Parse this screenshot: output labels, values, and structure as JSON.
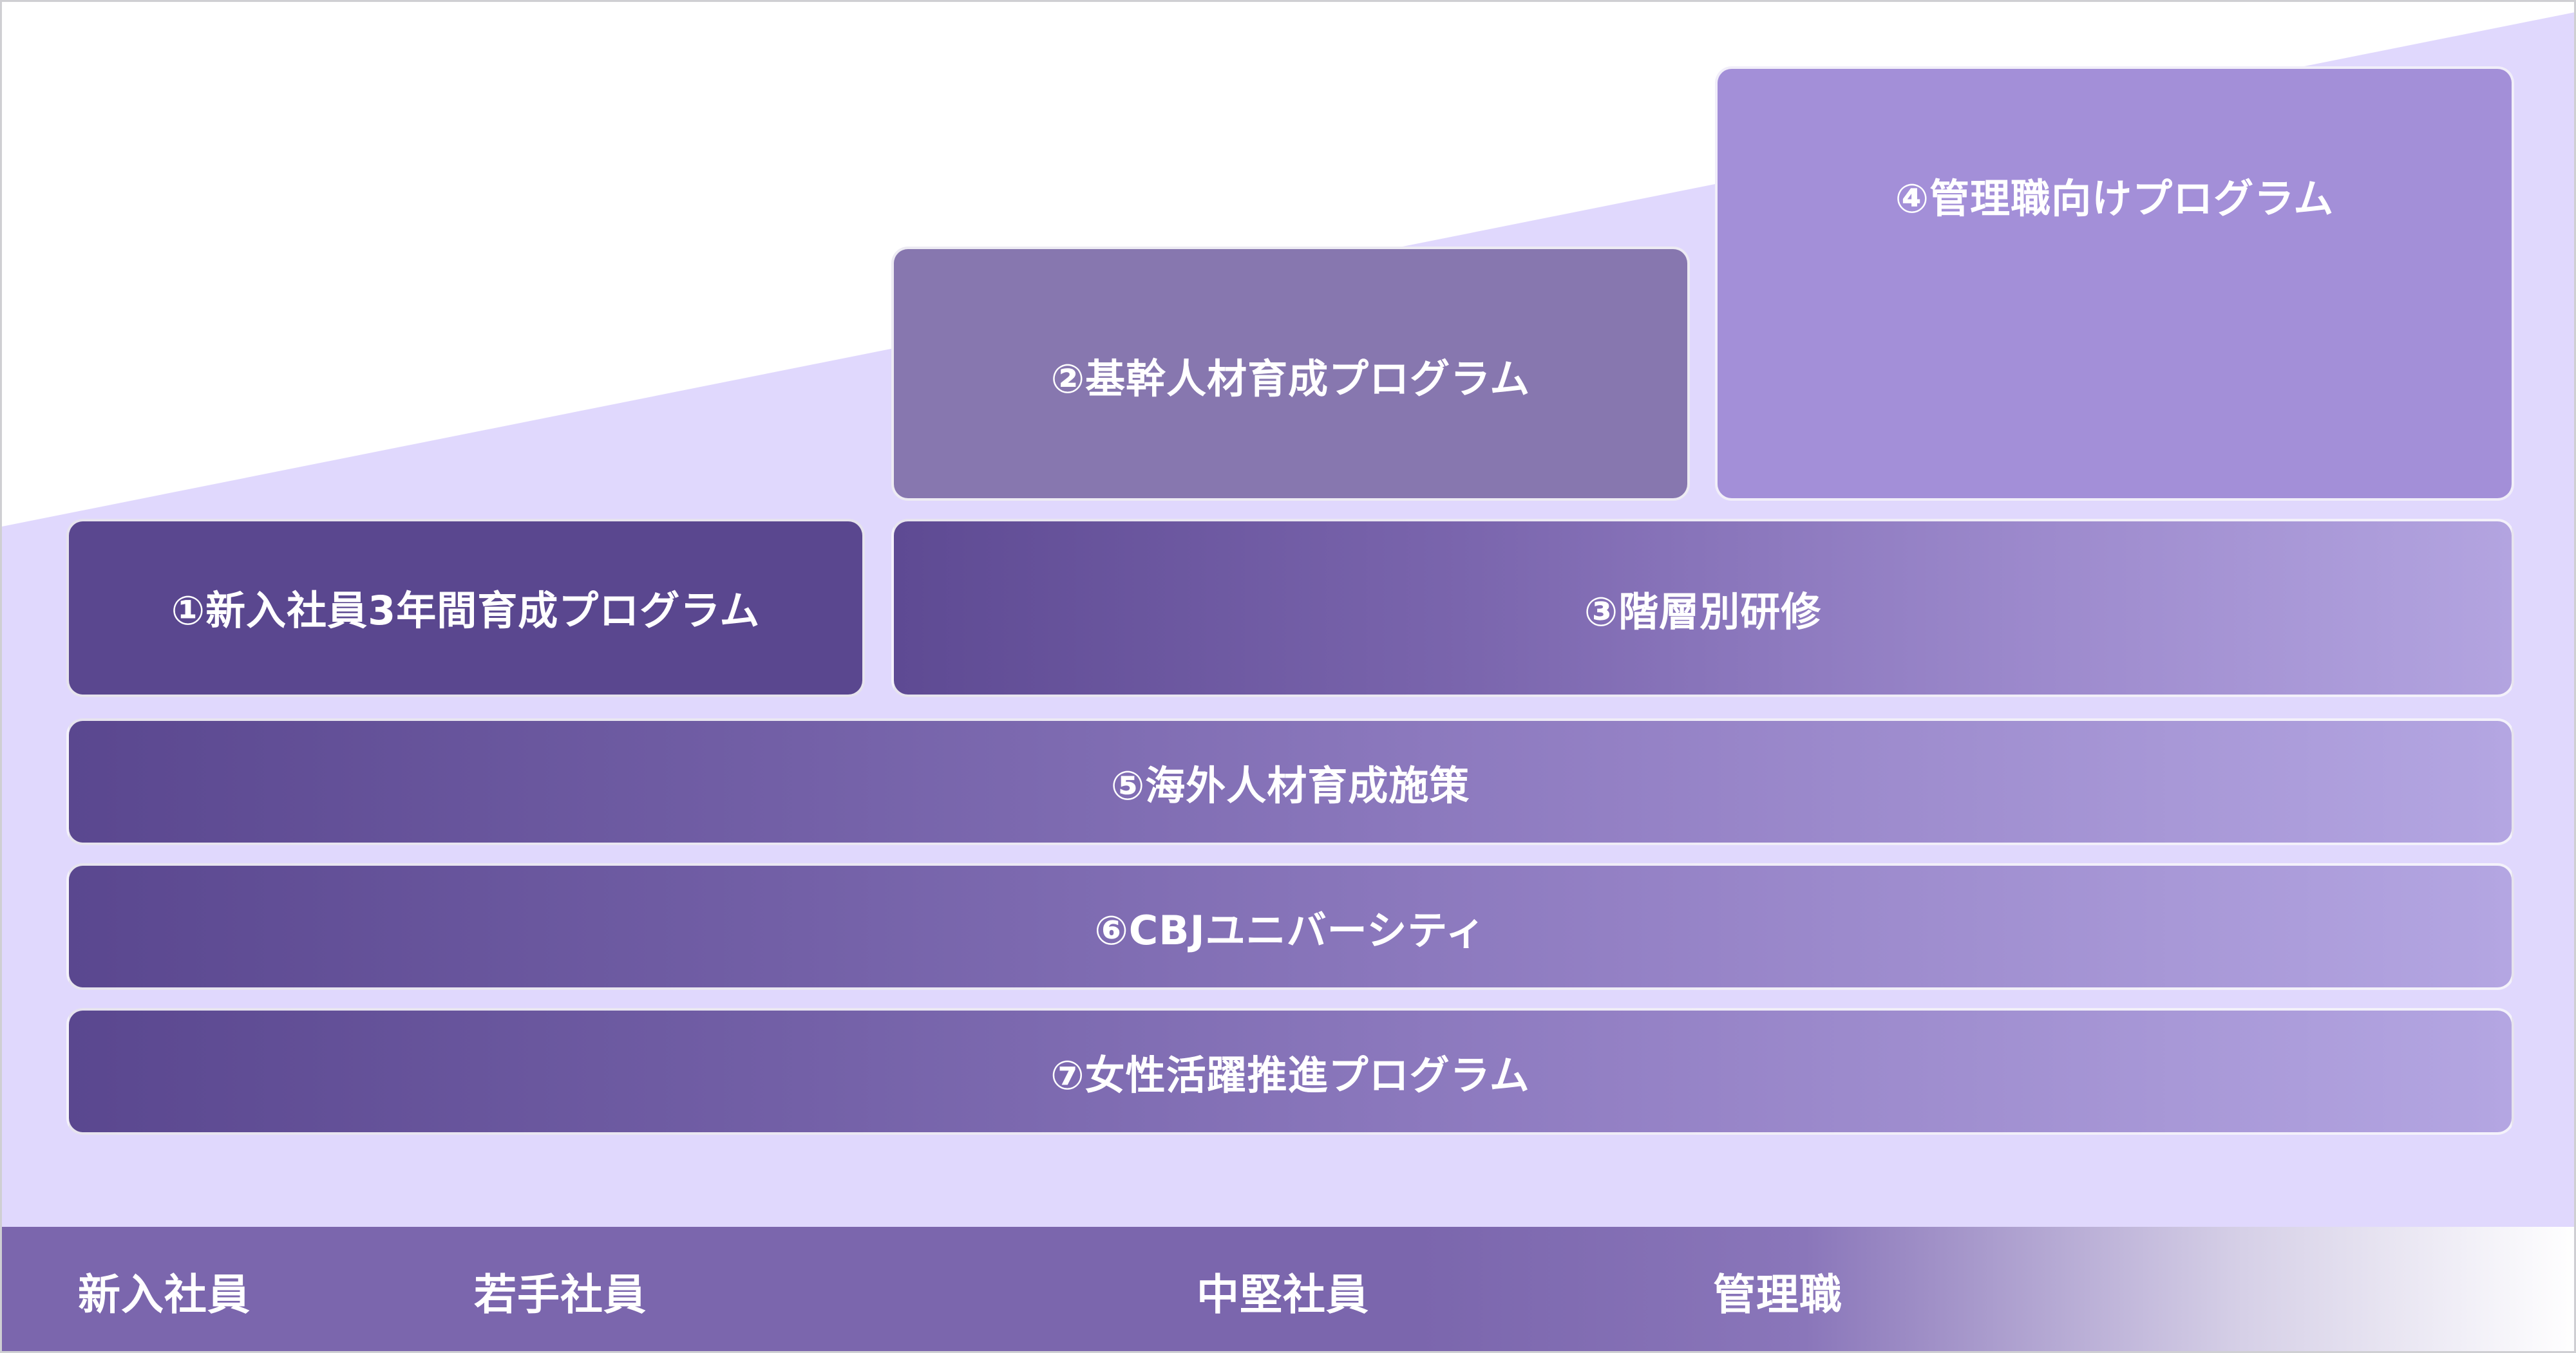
{
  "colors": {
    "background_slope": "#e0d8fd",
    "program_1": "#5a478f",
    "program_2": "#8777af",
    "program_4": "#a38fd8",
    "bar_gradient_start": "#5a478f",
    "bar_gradient_end": "#b4a6e2",
    "footer": "#7b66ad"
  },
  "programs": {
    "p1": "①新入社員3年間育成プログラム",
    "p2": "②基幹人材育成プログラム",
    "p3": "③階層別研修",
    "p4": "④管理職向けプログラム",
    "p5": "⑤海外人材育成施策",
    "p6": "⑥CBJユニバーシティ",
    "p7": "⑦女性活躍推進プログラム"
  },
  "stages": [
    "新入社員",
    "若手社員",
    "中堅社員",
    "管理職"
  ]
}
